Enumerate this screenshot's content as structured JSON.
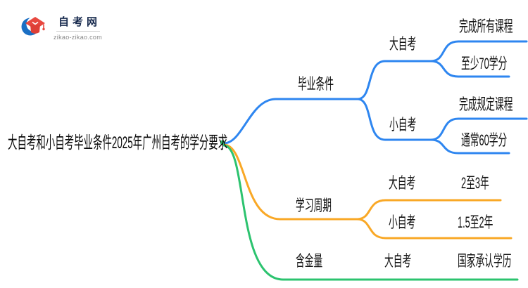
{
  "logo": {
    "site_name": "自考网",
    "site_url": "zikao-zikao.com",
    "icon": "graduation-cap-icon"
  },
  "root": {
    "title": "大自考和小自考毕业条件2025年广州自考的学分要求"
  },
  "colors": {
    "blue_branch": "#2E86F0",
    "orange_branch": "#F9A826",
    "green_branch": "#2CC36F",
    "root_dot": "#2CC36F",
    "text": "#111111",
    "logo_navy": "#16294d",
    "logo_red": "#E8483F",
    "logo_blue": "#1A6FC4"
  },
  "branches": [
    {
      "label": "毕业条件",
      "color": "#2E86F0",
      "children": [
        {
          "label": "大自考",
          "children": [
            {
              "label": "完成所有课程"
            },
            {
              "label": "至少70学分"
            }
          ]
        },
        {
          "label": "小自考",
          "children": [
            {
              "label": "完成规定课程"
            },
            {
              "label": "通常60学分"
            }
          ]
        }
      ]
    },
    {
      "label": "学习周期",
      "color": "#F9A826",
      "children": [
        {
          "label": "大自考",
          "children": [
            {
              "label": "2至3年"
            }
          ]
        },
        {
          "label": "小自考",
          "children": [
            {
              "label": "1.5至2年"
            }
          ]
        }
      ]
    },
    {
      "label": "含金量",
      "color": "#2CC36F",
      "children": [
        {
          "label": "大自考",
          "children": [
            {
              "label": "国家承认学历"
            }
          ]
        }
      ]
    }
  ]
}
